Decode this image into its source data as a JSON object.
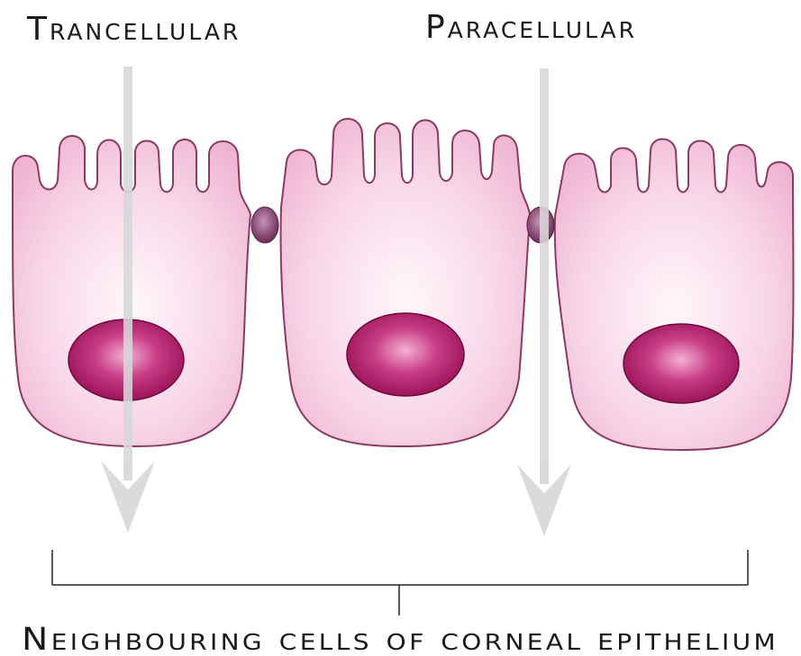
{
  "labels": {
    "transcellular": "Trancellular",
    "paracellular": "Paracellular",
    "caption": "Neighbouring cells of corneal epithelium"
  },
  "colors": {
    "cell_fill_center": "#fff5fa",
    "cell_fill_edge": "#f0b8d4",
    "cell_outline": "#8a3b62",
    "nucleus_center": "#f3a8cd",
    "nucleus_edge": "#9c0f57",
    "junction": "#7a3565",
    "arrow": "#d7d7d7",
    "bracket": "#222222"
  }
}
